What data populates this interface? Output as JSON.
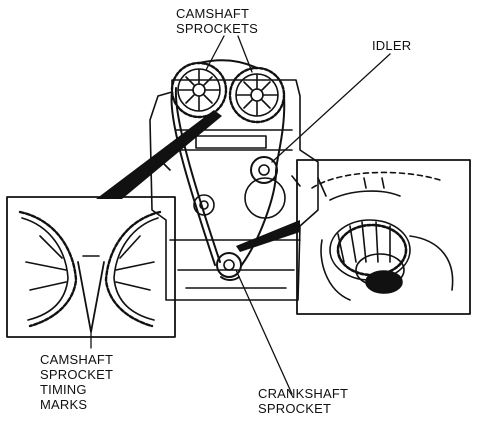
{
  "labels": {
    "camshaft_sprockets": [
      "CAMSHAFT",
      "SPROCKETS"
    ],
    "idler": [
      "IDLER"
    ],
    "camshaft_sprocket_timing_marks": [
      "CAMSHAFT",
      "SPROCKET",
      "TIMING",
      "MARKS"
    ],
    "crankshaft_sprocket": [
      "CRANKSHAFT",
      "SPROCKET"
    ]
  },
  "colors": {
    "ink": "#111111",
    "paper": "#ffffff"
  }
}
